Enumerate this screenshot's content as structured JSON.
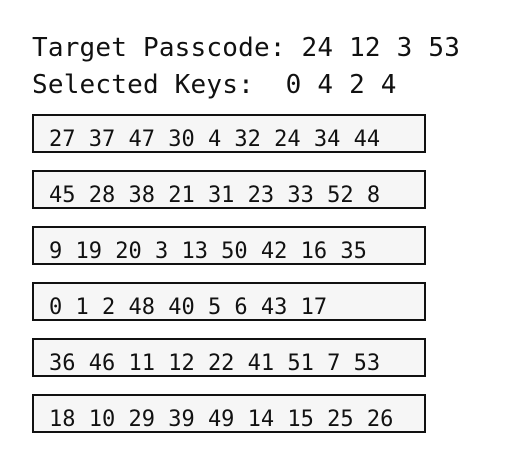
{
  "header": {
    "target_label": "Target Passcode:",
    "target_value": "24 12 3 53",
    "selected_label": "Selected Keys: ",
    "selected_value": "0 4 2 4"
  },
  "key_rows": [
    {
      "keys": "27 37 47 30 4 32 24 34 44"
    },
    {
      "keys": "45 28 38 21 31 23 33 52 8"
    },
    {
      "keys": "9 19 20 3 13 50 42 16 35"
    },
    {
      "keys": "0 1 2 48 40 5 6 43 17"
    },
    {
      "keys": "36 46 11 12 22 41 51 7 53"
    },
    {
      "keys": "18 10 29 39 49 14 15 25 26"
    }
  ]
}
